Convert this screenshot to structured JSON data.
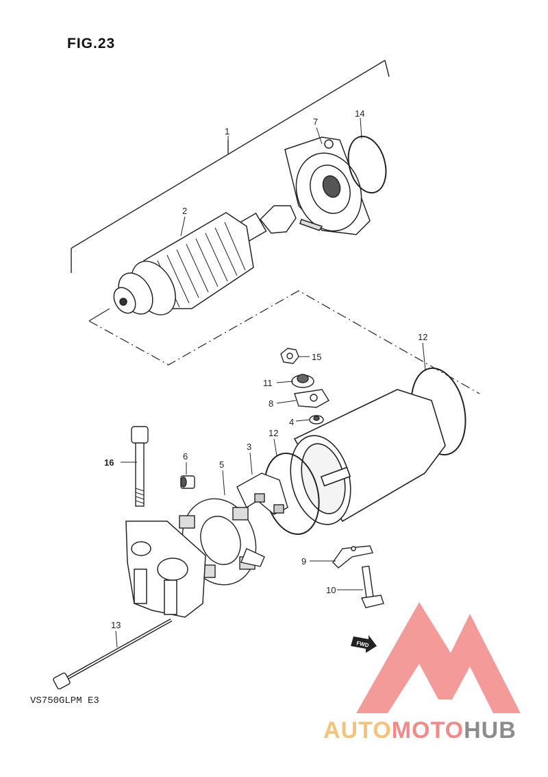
{
  "figure": {
    "title": "FIG.23",
    "model_code": "VS750GLPM E3"
  },
  "callouts": [
    {
      "id": "c1",
      "label": "1"
    },
    {
      "id": "c2",
      "label": "2"
    },
    {
      "id": "c3",
      "label": "3"
    },
    {
      "id": "c4",
      "label": "4"
    },
    {
      "id": "c5",
      "label": "5"
    },
    {
      "id": "c6",
      "label": "6"
    },
    {
      "id": "c7",
      "label": "7"
    },
    {
      "id": "c8",
      "label": "8"
    },
    {
      "id": "c9",
      "label": "9"
    },
    {
      "id": "c10",
      "label": "10"
    },
    {
      "id": "c11",
      "label": "11"
    },
    {
      "id": "c12a",
      "label": "12"
    },
    {
      "id": "c12b",
      "label": "12"
    },
    {
      "id": "c13",
      "label": "13"
    },
    {
      "id": "c14",
      "label": "14"
    },
    {
      "id": "c15",
      "label": "15"
    },
    {
      "id": "c16",
      "label": "16"
    }
  ],
  "fwd_arrow": {
    "label": "FWD"
  },
  "watermark": {
    "auto": "AUTO",
    "moto": "MOTO",
    "hub": "HUB",
    "logo_color": "#f28a88",
    "auto_color": "#f5c27a",
    "hub_color": "#8c8c8c"
  }
}
